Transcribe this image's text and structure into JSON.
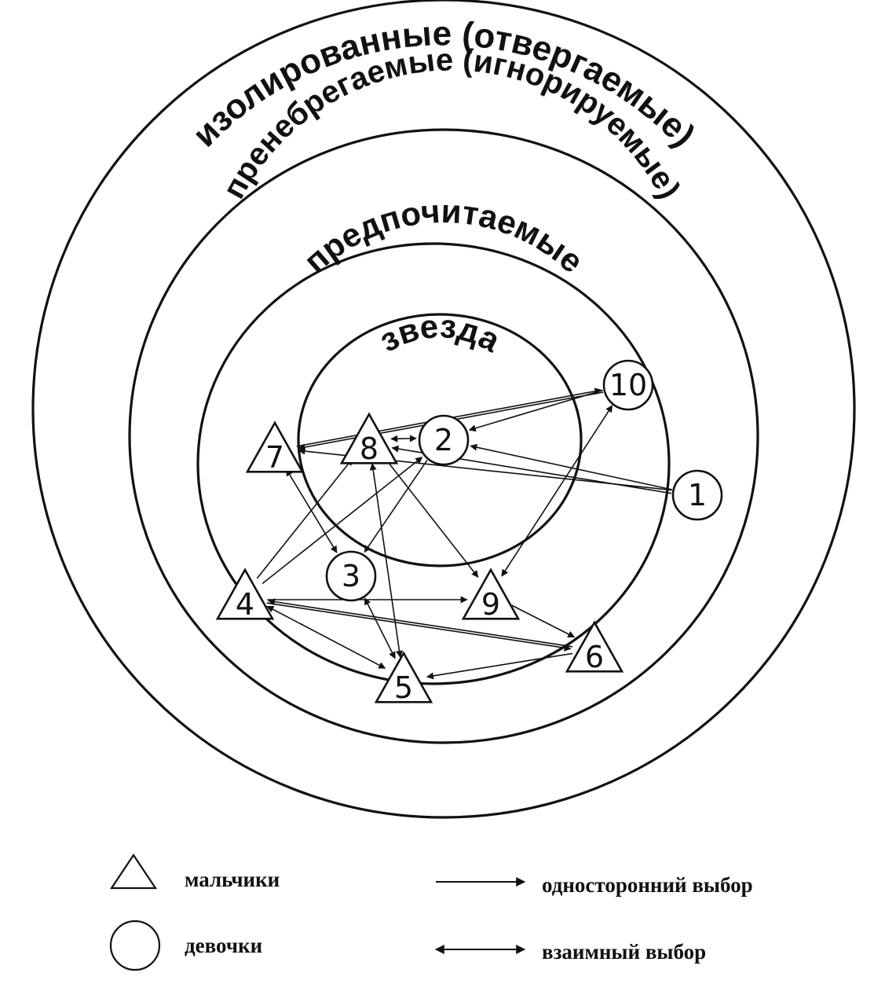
{
  "zones": [
    {
      "id": "isolated",
      "label": "изолированные (отвергаемые)"
    },
    {
      "id": "neglected",
      "label": "пренебрегаемые (игнорируемые)"
    },
    {
      "id": "preferred",
      "label": "предпочитаемые"
    },
    {
      "id": "star",
      "label": "звезда"
    }
  ],
  "nodes": [
    {
      "id": "1",
      "label": "1",
      "kind": "girl"
    },
    {
      "id": "2",
      "label": "2",
      "kind": "girl"
    },
    {
      "id": "3",
      "label": "3",
      "kind": "girl"
    },
    {
      "id": "4",
      "label": "4",
      "kind": "boy"
    },
    {
      "id": "5",
      "label": "5",
      "kind": "boy"
    },
    {
      "id": "6",
      "label": "6",
      "kind": "boy"
    },
    {
      "id": "7",
      "label": "7",
      "kind": "boy"
    },
    {
      "id": "8",
      "label": "8",
      "kind": "boy"
    },
    {
      "id": "9",
      "label": "9",
      "kind": "boy"
    },
    {
      "id": "10",
      "label": "10",
      "kind": "girl"
    }
  ],
  "edges": [
    {
      "from": "10",
      "to": "7",
      "type": "one-way"
    },
    {
      "from": "7",
      "to": "10",
      "type": "one-way"
    },
    {
      "from": "10",
      "to": "2",
      "type": "one-way"
    },
    {
      "from": "8",
      "to": "2",
      "type": "mutual"
    },
    {
      "from": "1",
      "to": "2",
      "type": "one-way"
    },
    {
      "from": "1",
      "to": "7",
      "type": "one-way"
    },
    {
      "from": "1",
      "to": "8",
      "type": "one-way"
    },
    {
      "from": "7",
      "to": "3",
      "type": "mutual"
    },
    {
      "from": "10",
      "to": "9",
      "type": "mutual"
    },
    {
      "from": "4",
      "to": "8",
      "type": "one-way"
    },
    {
      "from": "4",
      "to": "2",
      "type": "one-way"
    },
    {
      "from": "2",
      "to": "3",
      "type": "one-way"
    },
    {
      "from": "8",
      "to": "9",
      "type": "one-way"
    },
    {
      "from": "8",
      "to": "5",
      "type": "mutual"
    },
    {
      "from": "4",
      "to": "9",
      "type": "one-way"
    },
    {
      "from": "3",
      "to": "5",
      "type": "mutual"
    },
    {
      "from": "6",
      "to": "4",
      "type": "one-way"
    },
    {
      "from": "5",
      "to": "4",
      "type": "mutual"
    },
    {
      "from": "9",
      "to": "6",
      "type": "one-way"
    },
    {
      "from": "6",
      "to": "5",
      "type": "one-way"
    },
    {
      "from": "4",
      "to": "6",
      "type": "one-way"
    }
  ],
  "legend": {
    "boys": "мальчики",
    "girls": "девочки",
    "one_way": "односторонний выбор",
    "mutual": "взаимный выбор"
  }
}
